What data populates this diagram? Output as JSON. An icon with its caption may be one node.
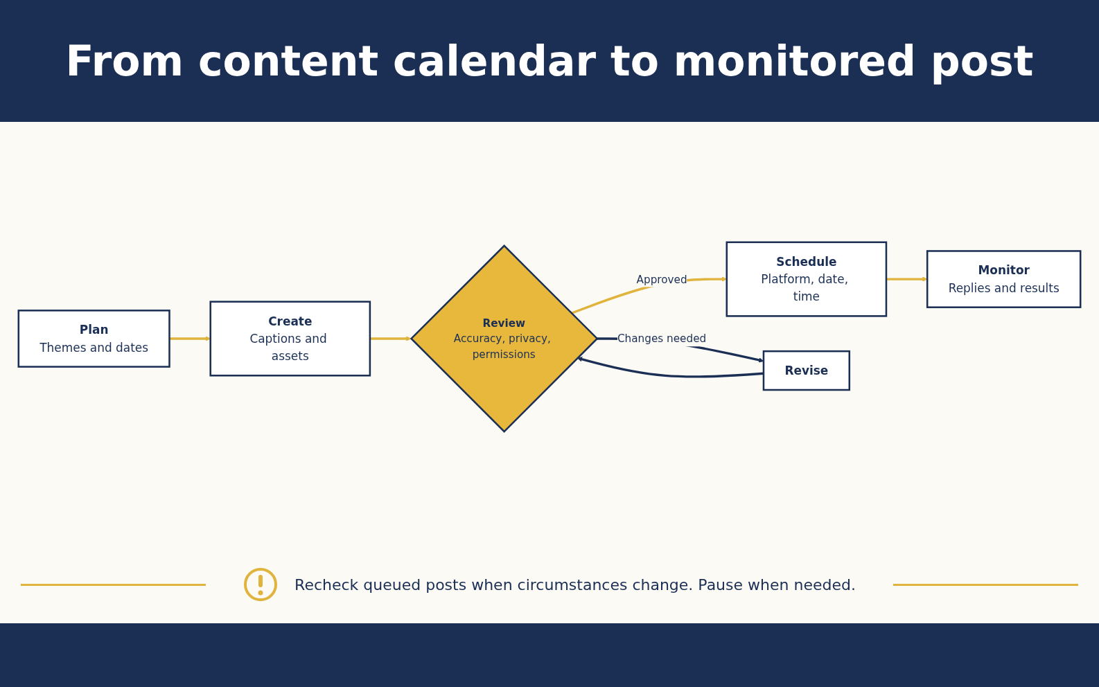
{
  "diagram": {
    "title": "From content calendar to monitored post",
    "nodes": [
      {
        "text": [
          "Plan",
          "Themes and dates"
        ]
      },
      {
        "text": [
          "Create",
          "Captions and assets"
        ]
      },
      {
        "text": [
          "Review",
          "Accuracy, privacy, permissions"
        ]
      },
      {
        "text": [
          "Schedule",
          "Platform, date, time"
        ]
      },
      {
        "text": [
          "Monitor",
          "Replies and results"
        ]
      },
      {
        "text": [
          "Revise"
        ]
      }
    ],
    "edges": [
      {
        "from": 0,
        "to": 1,
        "arrow": "to"
      },
      {
        "from": 1,
        "to": 2,
        "arrow": "to"
      },
      {
        "from": 2,
        "to": 3,
        "arrow": "to",
        "label": "Approved"
      },
      {
        "from": 2,
        "to": 5,
        "arrow": "to",
        "label": "Changes needed",
        "color": "#1b2f55"
      },
      {
        "from": 5,
        "to": 2,
        "arrow": "to",
        "color": "#1b2f55"
      },
      {
        "from": 3,
        "to": 4,
        "arrow": "to"
      }
    ],
    "labels": [
      "Recheck queued posts when circumstances change. Pause when needed."
    ]
  }
}
